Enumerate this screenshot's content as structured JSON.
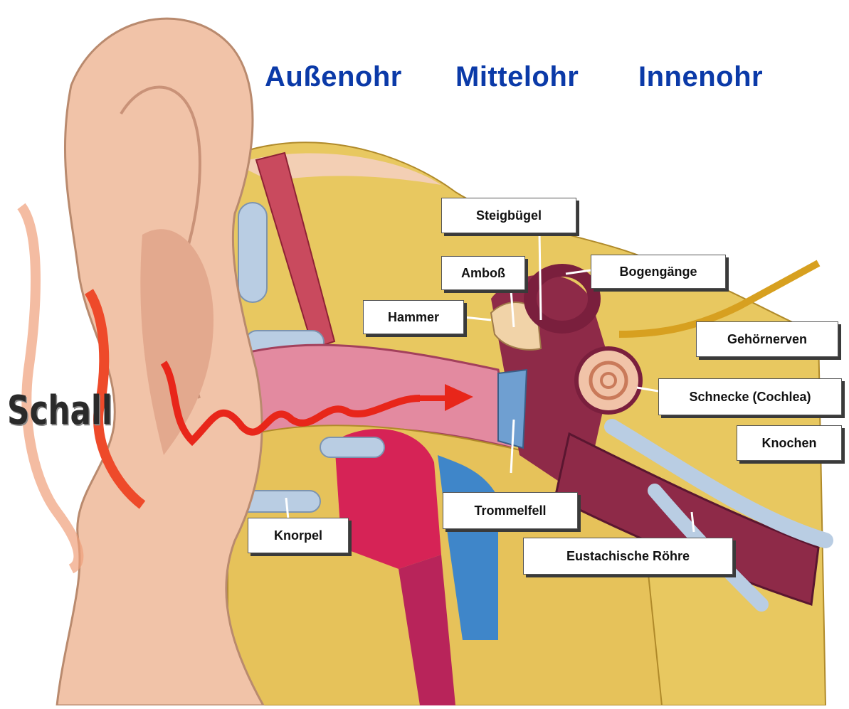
{
  "regions": {
    "outer": "Außenohr",
    "middle": "Mittelohr",
    "inner": "Innenohr"
  },
  "sound_label": "Schall",
  "labels": {
    "steigbuegel": "Steigbügel",
    "amboss": "Amboß",
    "bogengaenge": "Bogengänge",
    "hammer": "Hammer",
    "gehoernerven": "Gehörnerven",
    "schnecke": "Schnecke (Cochlea)",
    "knochen": "Knochen",
    "trommelfell": "Trommelfell",
    "knorpel": "Knorpel",
    "eustachische": "Eustachische Röhre"
  },
  "colors": {
    "region_text": "#0b3aa8",
    "sound_wave": "#e8261a",
    "skin": "#f1c3a8",
    "bone": "#e7c85a",
    "cartilage": "#b9cde3",
    "canal": "#d9708a",
    "inner_ear": "#7a1f3d",
    "eardrum": "#6f9fd1"
  }
}
